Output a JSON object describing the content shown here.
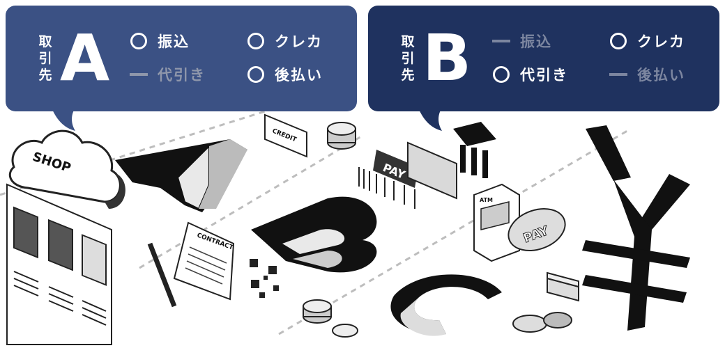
{
  "partner_a": {
    "heading": "取引先",
    "letter": "A",
    "options": [
      {
        "label": "振込",
        "available": true
      },
      {
        "label": "クレカ",
        "available": true
      },
      {
        "label": "代引き",
        "available": false
      },
      {
        "label": "後払い",
        "available": true
      }
    ]
  },
  "partner_b": {
    "heading": "取引先",
    "letter": "B",
    "options": [
      {
        "label": "振込",
        "available": false
      },
      {
        "label": "クレカ",
        "available": true
      },
      {
        "label": "代引き",
        "available": true
      },
      {
        "label": "後払い",
        "available": false
      }
    ]
  },
  "illustration": {
    "shop_sign": "SHOP",
    "card_label": "CREDIT",
    "contract_label": "CONTRACT",
    "pay_tag": "PAY",
    "atm_label": "ATM",
    "pay_badge": "PAY",
    "big_letters": [
      "A",
      "B",
      "C"
    ]
  },
  "colors": {
    "bubble_a": "#3b5184",
    "bubble_b": "#1f325f",
    "unavailable": "#8f97ab"
  }
}
